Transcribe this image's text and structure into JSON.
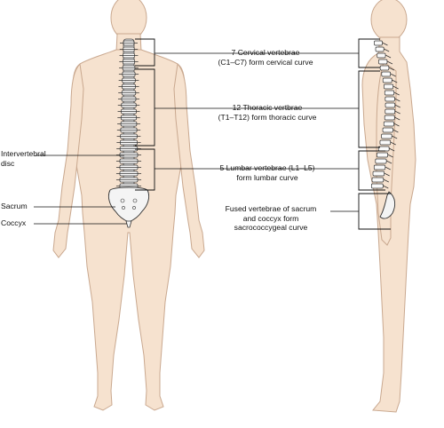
{
  "labels": {
    "cervical": {
      "line1": "7 Cervical vertebrae",
      "line2": "(C1–C7) form cervical curve"
    },
    "thoracic": {
      "line1": "12 Thoracic vertbrae",
      "line2": "(T1–T12) form thoracic curve"
    },
    "lumbar": {
      "line1": "5 Lumbar vertebrae (L1–L5)",
      "line2": "form lumbar curve"
    },
    "sacral": {
      "line1": "Fused vertebrae of sacrum",
      "line2": "and coccyx form",
      "line3": "sacrococcygeal curve"
    },
    "intervertebral_disc": {
      "line1": "Intervertebral",
      "line2": "disc"
    },
    "sacrum": "Sacrum",
    "coccyx": "Coccyx"
  },
  "colors": {
    "skin": "#f6e2cf",
    "skin_outline": "#c9a88f",
    "bone": "#f2f2f2",
    "bone_outline": "#333333",
    "line": "#111111"
  }
}
